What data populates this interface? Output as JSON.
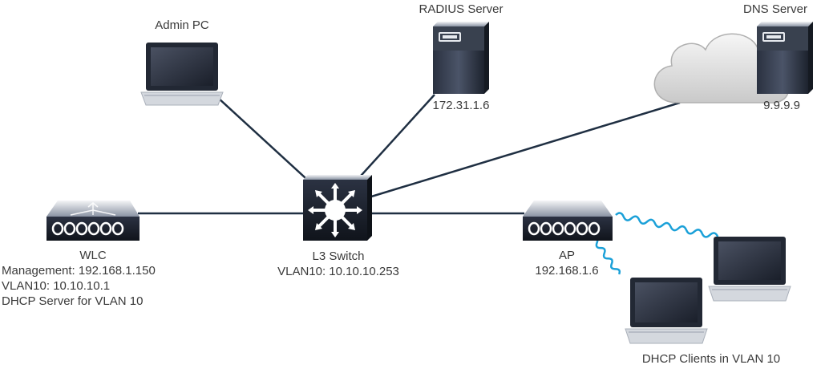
{
  "nodes": {
    "admin_pc": {
      "label": "Admin PC"
    },
    "radius": {
      "label": "RADIUS Server",
      "ip": "172.31.1.6"
    },
    "dns": {
      "label": "DNS Server",
      "ip": "9.9.9.9"
    },
    "l3switch": {
      "label": "L3 Switch",
      "vlan": "VLAN10: 10.10.10.253"
    },
    "wlc": {
      "label": "WLC",
      "mgmt": "Management: 192.168.1.150",
      "vlan": "VLAN10: 10.10.10.1",
      "dhcp": "DHCP Server for VLAN 10"
    },
    "ap": {
      "label": "AP",
      "ip": "192.168.1.6"
    },
    "clients": {
      "label": "DHCP Clients in VLAN 10"
    }
  },
  "colors": {
    "link": "#1f2f42",
    "wireless": "#1aa0d8",
    "device_dark": "#1c2330",
    "device_mid": "#3a4356",
    "device_light": "#d9dde3",
    "cloud": "#e6e6e6"
  },
  "icons": {
    "admin_pc": "laptop-icon",
    "radius": "server-icon",
    "dns": "server-icon",
    "cloud": "cloud-icon",
    "l3switch": "layer3-switch-icon",
    "wlc": "wireless-controller-icon",
    "ap": "access-point-icon",
    "client": "laptop-icon"
  }
}
